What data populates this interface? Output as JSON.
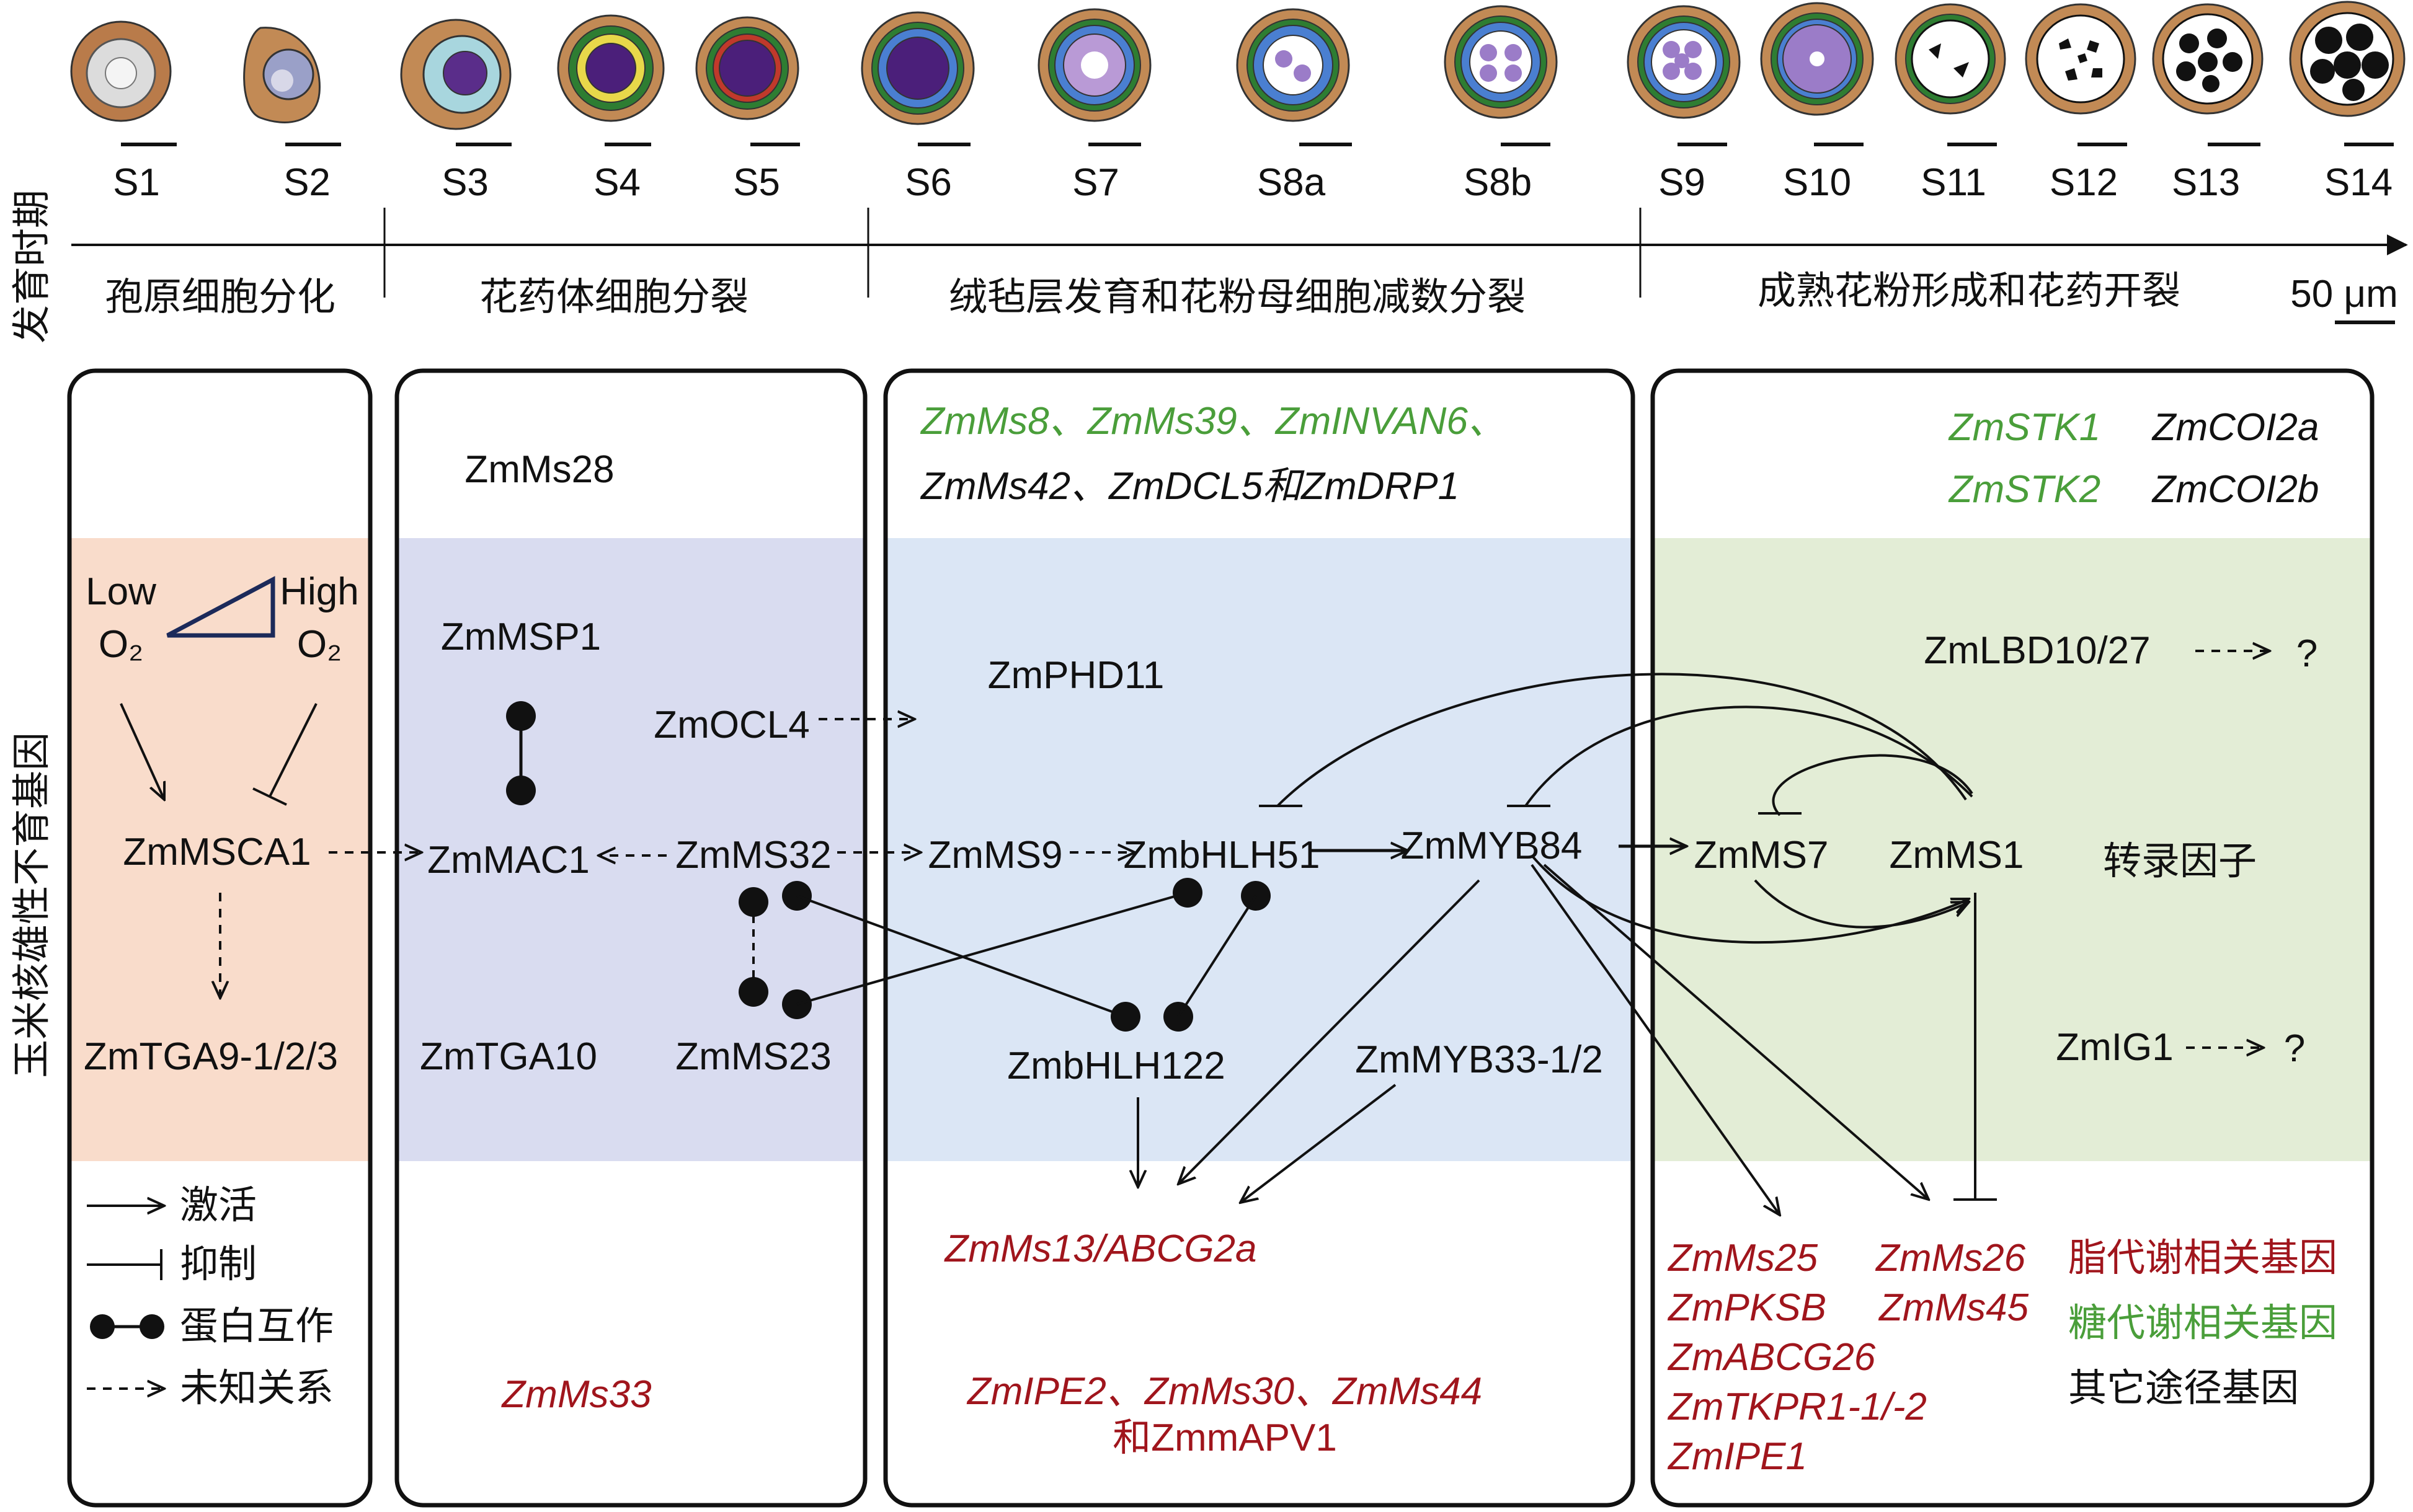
{
  "stages": [
    "S1",
    "S2",
    "S3",
    "S4",
    "S5",
    "S6",
    "S7",
    "S8a",
    "S8b",
    "S9",
    "S10",
    "S11",
    "S12",
    "S13",
    "S14"
  ],
  "axis_label_top": "发育时期",
  "axis_label_left": "玉米核雄性不育基因",
  "scale_bar": "50 μm",
  "phases": [
    "孢原细胞分化",
    "花药体细胞分裂",
    "绒毡层发育和花粉母细胞减数分裂",
    "成熟花粉形成和花药开裂"
  ],
  "panel1": {
    "low": "Low",
    "high": "High",
    "o2_left": "O₂",
    "o2_right": "O₂",
    "mscal": "ZmMSCA1",
    "tga": "ZmTGA9-1/2/3"
  },
  "legend": {
    "activate": "激活",
    "inhibit": "抑制",
    "interact": "蛋白互作",
    "unknown": "未知关系"
  },
  "panel2": {
    "ms28": "ZmMs28",
    "msp1": "ZmMSP1",
    "ocl4": "ZmOCL4",
    "mac1": "ZmMAC1",
    "ms32": "ZmMS32",
    "tga10": "ZmTGA10",
    "ms23": "ZmMS23",
    "ms33": "ZmMs33"
  },
  "panel3": {
    "top_green": "ZmMs8、ZmMs39、ZmINVAN6、",
    "top_black": "ZmMs42、ZmDCL5和ZmDRP1",
    "phd11": "ZmPHD11",
    "ms9": "ZmMS9",
    "bhlh51": "ZmbHLH51",
    "myb84": "ZmMYB84",
    "bhlh122": "ZmbHLH122",
    "myb33": "ZmMYB33-1/2",
    "ms13": "ZmMs13/ABCG2a",
    "bottom_line1": "ZmIPE2、ZmMs30、ZmMs44",
    "bottom_line2": "和ZmmAPV1"
  },
  "panel4": {
    "stk1": "ZmSTK1",
    "stk2": "ZmSTK2",
    "coi2a": "ZmCOI2a",
    "coi2b": "ZmCOI2b",
    "lbd": "ZmLBD10/27",
    "q1": "?",
    "ms7": "ZmMS7",
    "ms1": "ZmMS1",
    "tf": "转录因子",
    "ig1": "ZmIG1",
    "q2": "?",
    "ms25": "ZmMs25",
    "pksb": "ZmPKSB",
    "abcg26": "ZmABCG26",
    "tkpr": "ZmTKPR1-1/-2",
    "ipe1": "ZmIPE1",
    "ms26": "ZmMs26",
    "ms45": "ZmMs45",
    "lipid": "脂代谢相关基因",
    "sugar": "糖代谢相关基因",
    "other": "其它途径基因"
  },
  "colors": {
    "lipid_red": "#a0151c",
    "sugar_green": "#4a9e3a",
    "bg_orange": "#f9dccb",
    "bg_purple": "#d9dcf0",
    "bg_blue": "#dbe6f5",
    "bg_green": "#e3edd6"
  }
}
